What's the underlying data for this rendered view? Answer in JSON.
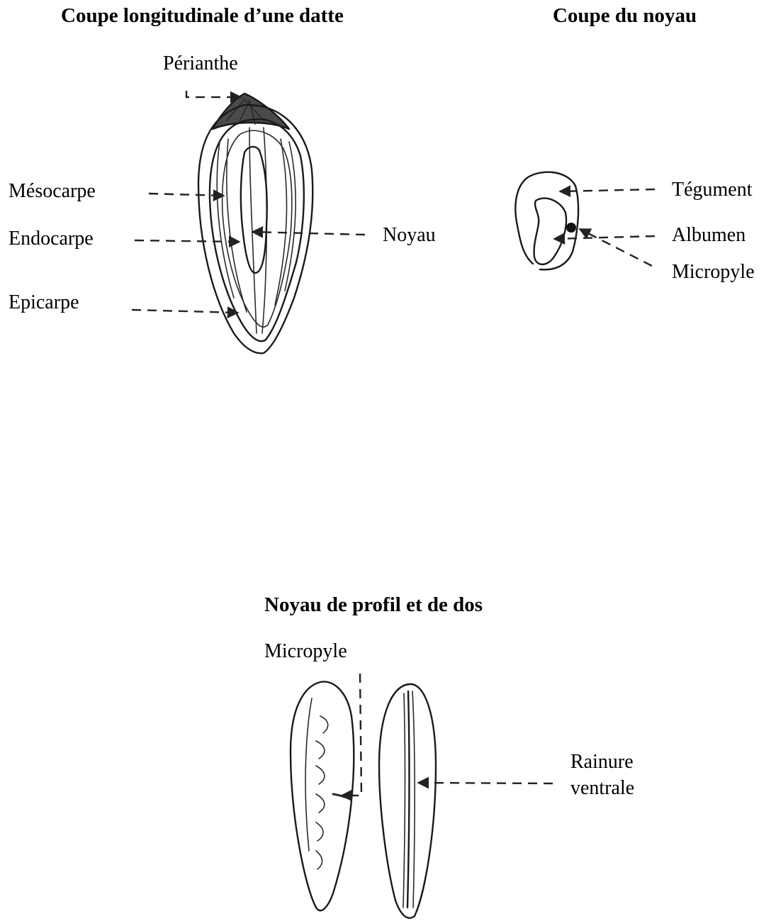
{
  "panels": {
    "date_section": {
      "title": "Coupe longitudinale d’une datte",
      "labels": {
        "perianthe": "Périanthe",
        "mesocarpe": "Mésocarpe",
        "endocarpe": "Endocarpe",
        "epicarpe": "Epicarpe",
        "noyau": "Noyau"
      }
    },
    "seed_section": {
      "title": "Coupe du noyau",
      "labels": {
        "tegument": "Tégument",
        "albumen": "Albumen",
        "micropyle": "Micropyle"
      }
    },
    "seed_views": {
      "title": "Noyau de profil et de dos",
      "labels": {
        "micropyle": "Micropyle",
        "rainure_line1": "Rainure",
        "rainure_line2": "ventrale"
      }
    }
  }
}
